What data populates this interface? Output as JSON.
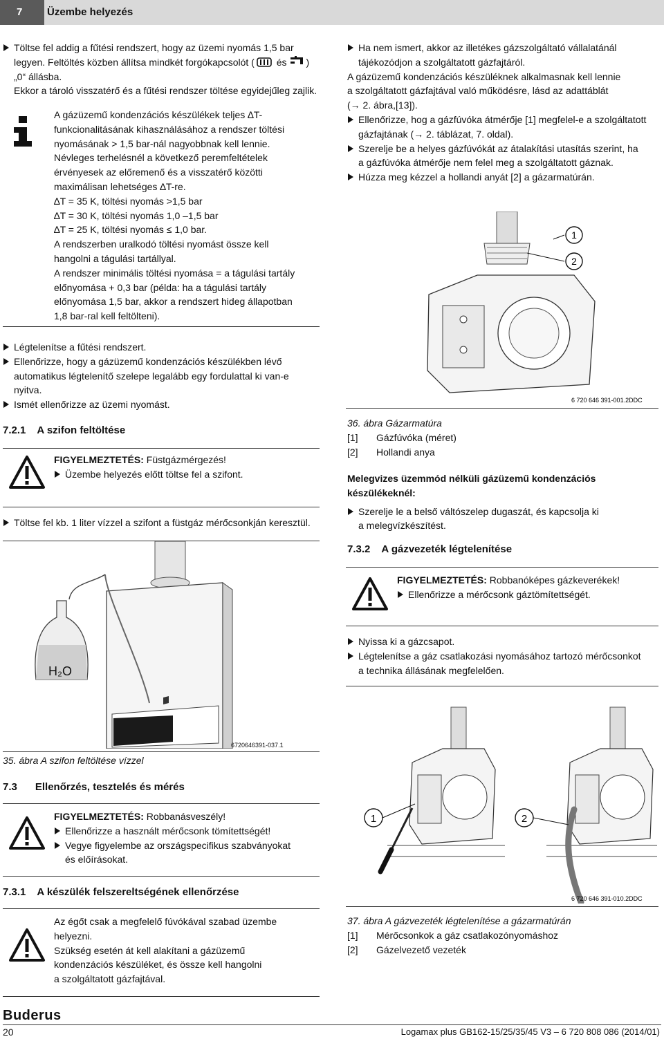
{
  "header": {
    "chapter_number": "7",
    "chapter_title": "Üzembe helyezés"
  },
  "left": {
    "fill_bullet": [
      "Töltse fel addig a fűtési rendszert, hogy az üzemi nyomás 1,5 bar",
      "legyen. Feltöltés közben állítsa mindkét forgókapcsolót (",
      "és",
      ")",
      "„0“ állásba.",
      "Ekkor a tároló visszatérő és a fűtési rendszer töltése egyidejűleg zajlik."
    ],
    "info_lines": [
      "A gázüzemű kondenzációs készülékek teljes ∆T-",
      "funkcionalitásának kihasználásához a rendszer töltési",
      "nyomásának > 1,5 bar-nál nagyobbnak kell lennie.",
      "Névleges terhelésnél a következő peremfeltételek",
      "érvényesek az előremenő és a visszatérő közötti",
      "maximálisan lehetséges ∆T-re.",
      "∆T = 35 K, töltési nyomás >1,5 bar",
      "∆T = 30 K, töltési nyomás 1,0 –1,5 bar",
      "∆T = 25 K, töltési nyomás ≤ 1,0 bar.",
      "A rendszerben uralkodó töltési nyomást össze kell",
      "hangolni a tágulási tartállyal.",
      "A rendszer minimális töltési nyomása = a tágulási tartály",
      "előnyomása + 0,3 bar (példa: ha a tágulási tartály",
      "előnyomása 1,5 bar, akkor a rendszert hideg állapotban",
      "1,8 bar-ral kell feltölteni)."
    ],
    "bleed_bullet": "Légtelenítse a fűtési rendszert.",
    "check_bullet": [
      "Ellenőrizze, hogy a gázüzemű kondenzációs készülékben lévő",
      "automatikus légtelenítő szelepe legalább egy fordulattal ki van-e",
      "nyitva."
    ],
    "pressure_bullet": "Ismét ellenőrizze az üzemi nyomást.",
    "section_721": {
      "number": "7.2.1",
      "title": "A szifon feltöltése"
    },
    "warning1": {
      "label": "FIGYELMEZTETÉS:",
      "text": "Füstgázmérgezés!",
      "bullet": "Üzembe helyezés előtt töltse fel a szifont."
    },
    "siphon_bullet": "Töltse fel kb. 1 liter vízzel a szifont a füstgáz mérőcsonkján keresztül.",
    "fig35": {
      "code": "6720646391-037.1",
      "number": "35. ábra",
      "title": "A szifon feltöltése vízzel",
      "bottle_label": "H₂O"
    },
    "section_73": {
      "number": "7.3",
      "title": "Ellenőrzés, tesztelés és mérés"
    },
    "warning2": {
      "label": "FIGYELMEZTETÉS:",
      "text": "Robbanásveszély!",
      "bullets": [
        "Ellenőrizze a használt mérőcsonk tömítettségét!",
        "Vegye figyelembe az országspecifikus szabványokat",
        "és előírásokat."
      ]
    },
    "section_731": {
      "number": "7.3.1",
      "title": "A készülék felszereltségének ellenőrzése"
    },
    "warning3_lines": [
      "Az égőt csak a megfelelő fúvókával szabad üzembe",
      "helyezni.",
      "Szükség esetén át kell alakítani a gázüzemű",
      "kondenzációs készüléket, és össze kell hangolni",
      "a szolgáltatott gázfajtával."
    ]
  },
  "right": {
    "supplier_bullet": [
      "Ha nem ismert, akkor az illetékes gázszolgáltató vállalatánál",
      "tájékozódjon a szolgáltatott gázfajtáról."
    ],
    "suitable_lines": [
      "A gázüzemű kondenzációs készüléknek alkalmasnak kell lennie",
      "a szolgáltatott gázfajtával való működésre, lásd az adattáblát",
      "(→ 2. ábra,[13])."
    ],
    "nozzle_bullet": [
      "Ellenőrizze, hog a gázfúvóka átmérője [1] megfelel-e a szolgáltatott",
      "gázfajtának (→ 2. táblázat, 7. oldal)."
    ],
    "install_bullet": [
      "Szerelje be a helyes gázfúvókát az átalakítási utasítás szerint, ha",
      "a gázfúvóka átmérője nem felel meg a szolgáltatott gáznak."
    ],
    "tighten_bullet": "Húzza meg kézzel a hollandi anyát [2] a gázarmatúrán.",
    "fig36": {
      "code": "6 720 646 391-001.2DDC",
      "number": "36. ábra",
      "title": "Gázarmatúra",
      "callouts": [
        "1",
        "2"
      ],
      "legend": [
        {
          "key": "[1]",
          "text": "Gázfúvóka (méret)"
        },
        {
          "key": "[2]",
          "text": "Hollandi anya"
        }
      ]
    },
    "hotwater_heading": [
      "Melegvizes üzemmód nélküli gázüzemű kondenzációs",
      "készülékeknél:"
    ],
    "hotwater_bullet": [
      "Szerelje le a belső váltószelep dugaszát, és kapcsolja ki",
      "a melegvízkészítést."
    ],
    "section_732": {
      "number": "7.3.2",
      "title": "A gázvezeték légtelenítése"
    },
    "warning4": {
      "label": "FIGYELMEZTETÉS:",
      "text": "Robbanóképes gázkeverékek!",
      "bullet": "Ellenőrizze a mérőcsonk gáztömítettségét."
    },
    "open_bullet": "Nyissa ki a gázcsapot.",
    "vent_bullet": [
      "Légtelenítse a gáz csatlakozási nyomásához tartozó mérőcsonkot",
      "a technika állásának megfelelően."
    ],
    "fig37": {
      "code": "6 720 646 391-010.2DDC",
      "number": "37. ábra",
      "title": "A gázvezeték légtelenítése a gázarmatúrán",
      "callouts": [
        "1",
        "2"
      ],
      "legend": [
        {
          "key": "[1]",
          "text": "Mérőcsonkok a gáz csatlakozónyomáshoz"
        },
        {
          "key": "[2]",
          "text": "Gázelvezető vezeték"
        }
      ]
    }
  },
  "footer": {
    "brand": "Buderus",
    "page": "20",
    "doc": "Logamax plus GB162-15/25/35/45 V3 – 6 720 808 086 (2014/01)"
  }
}
